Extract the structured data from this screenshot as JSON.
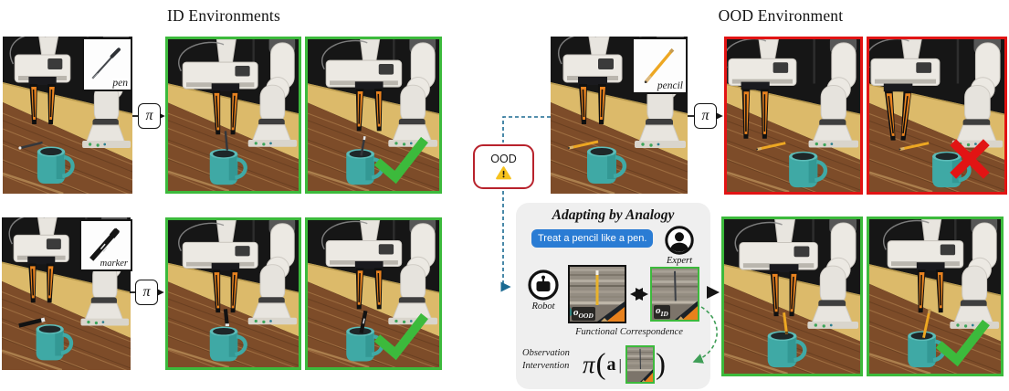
{
  "titles": {
    "id_environments": "ID Environments",
    "ood_environment": "OOD Environment"
  },
  "policy": {
    "symbol": "π"
  },
  "id_rows": [
    {
      "object": "pen",
      "object_label": "pen",
      "outcome": "success"
    },
    {
      "object": "marker",
      "object_label": "marker",
      "outcome": "success"
    }
  ],
  "ood_row": {
    "object": "pencil",
    "object_label": "pencil",
    "badge_label": "OOD",
    "warning_icon": "warning-triangle",
    "outcome": "failure"
  },
  "adapting": {
    "title": "Adapting by Analogy",
    "instruction": "Treat a pencil like a pen.",
    "expert_label": "Expert",
    "robot_label": "Robot",
    "obs_ood": {
      "base": "o",
      "sub": "OOD"
    },
    "obs_id": {
      "base": "o",
      "sub": "ID"
    },
    "correspondence_label": "Functional Correspondence",
    "intervention_line1": "Observation",
    "intervention_line2": "Intervention",
    "formula": {
      "pi": "π",
      "open": "(",
      "arg": "a",
      "bar": "|",
      "close": ")"
    },
    "outcome": "success"
  },
  "panels": {
    "id_pen_initial": {
      "object": "pen",
      "variant": "initial",
      "border": "none",
      "mark": "none"
    },
    "id_pen_step": {
      "object": "pen",
      "variant": "hold",
      "border": "green",
      "mark": "none"
    },
    "id_pen_result": {
      "object": "pen",
      "variant": "inmug",
      "border": "green",
      "mark": "check"
    },
    "id_marker_initial": {
      "object": "marker",
      "variant": "initial",
      "border": "none",
      "mark": "none"
    },
    "id_marker_step": {
      "object": "marker",
      "variant": "hold",
      "border": "green",
      "mark": "none"
    },
    "id_marker_result": {
      "object": "marker",
      "variant": "inmug",
      "border": "green",
      "mark": "check"
    },
    "ood_pencil_initial": {
      "object": "pencil",
      "variant": "initial",
      "border": "none",
      "mark": "none"
    },
    "ood_pencil_step": {
      "object": "pencil",
      "variant": "fail_reach",
      "border": "red",
      "mark": "none"
    },
    "ood_pencil_result": {
      "object": "pencil",
      "variant": "fail_grasp",
      "border": "red",
      "mark": "cross"
    },
    "adapted_step": {
      "object": "pencil",
      "variant": "hold",
      "border": "green",
      "mark": "none"
    },
    "adapted_result": {
      "object": "pencil",
      "variant": "inmug",
      "border": "green",
      "mark": "check"
    }
  },
  "colors": {
    "success_green": "#3cba3c",
    "failure_red": "#e21414",
    "ood_badge_border": "#b8222c",
    "dashed_connector_blue": "#1b6a92",
    "correspondence_dash_green": "#3f9e57",
    "instruction_blue": "#2a7cd4",
    "adapting_box_bg": "#efefef",
    "wood_brown": "#7d4c29",
    "wall_tan": "#dcba6a",
    "mug_teal": "#3fa9a5",
    "gripper_orange": "#e8821f",
    "robot_white": "#ece9e3",
    "warning_yellow": "#f6c21d"
  }
}
